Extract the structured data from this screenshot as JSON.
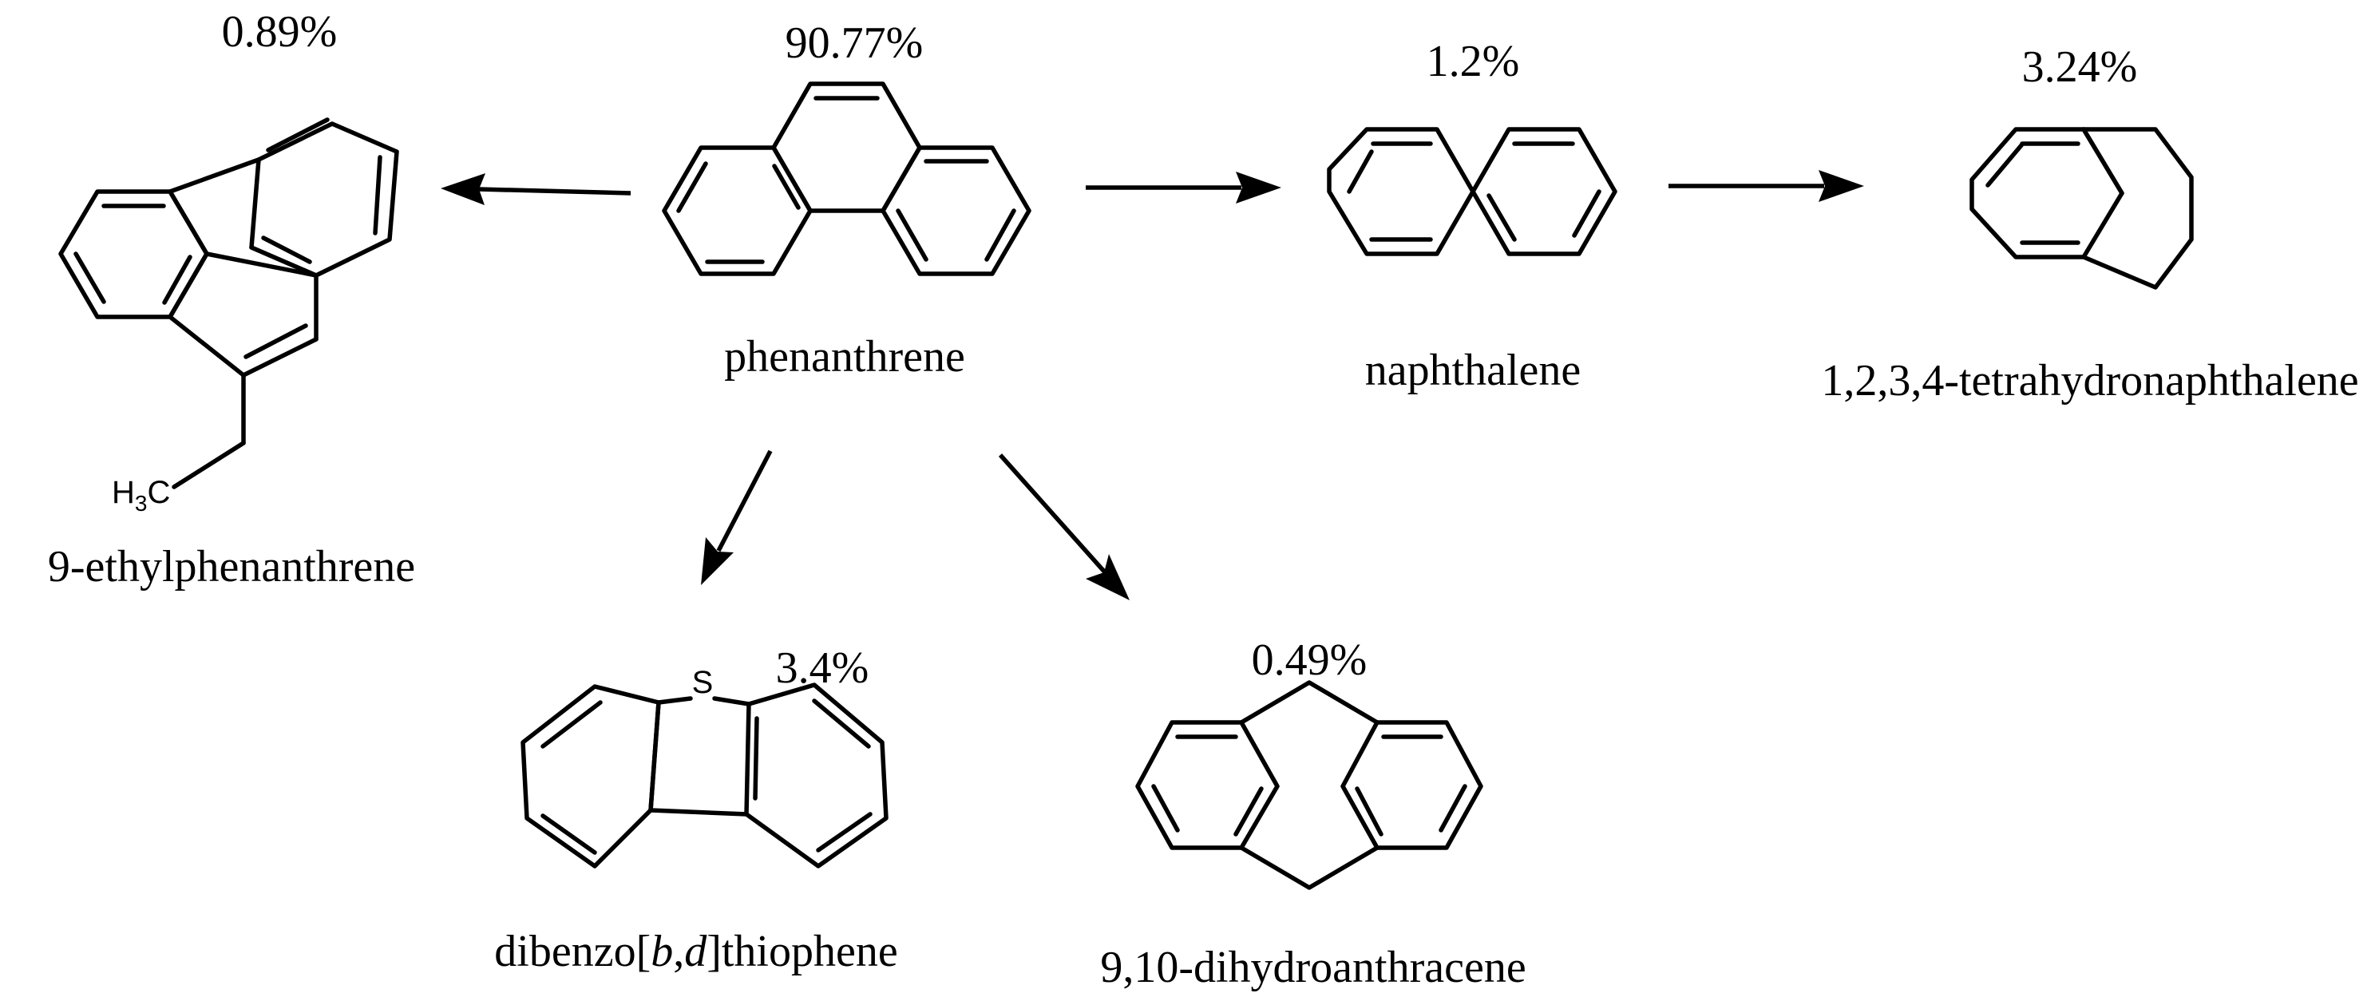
{
  "compounds": {
    "phenanthrene": {
      "name": "phenanthrene",
      "percent": "90.77%"
    },
    "ethylphenanthrene": {
      "name": "9-ethylphenanthrene",
      "percent": "0.89%",
      "substituent": {
        "main": "H",
        "sub": "3",
        "tail": "C"
      }
    },
    "naphthalene": {
      "name": "naphthalene",
      "percent": "1.2%"
    },
    "tetrahydronaphthalene": {
      "name": "1,2,3,4-tetrahydronaphthalene",
      "percent": "3.24%"
    },
    "dibenzothiophene": {
      "name_pre": "dibenzo[",
      "name_b": "b",
      "name_comma": ",",
      "name_d": "d",
      "name_post": "]thiophene",
      "percent": "3.4%",
      "heteroatom": "S"
    },
    "dihydroanthracene": {
      "name": "9,10-dihydroanthracene",
      "percent": "0.49%"
    }
  }
}
